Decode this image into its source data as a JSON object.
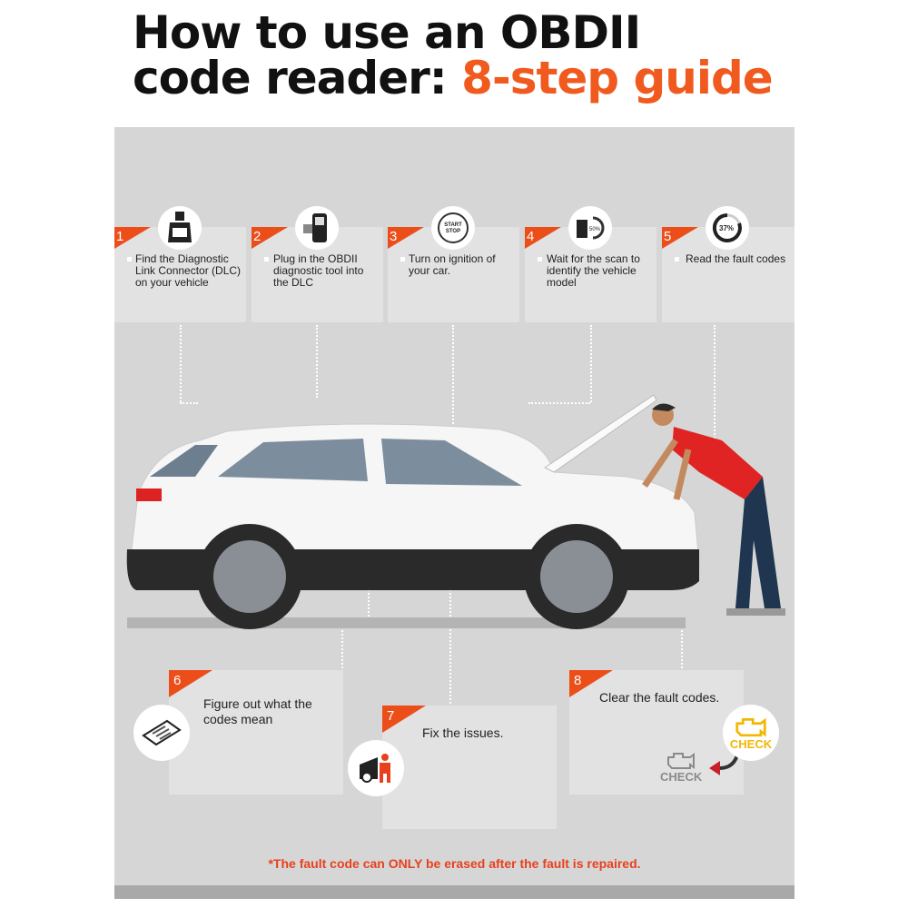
{
  "title": {
    "line1": "How to use an OBDII",
    "line2_prefix": "code reader: ",
    "line2_accent": "8-step guide"
  },
  "steps": [
    {
      "num": "1",
      "text": "Find the Diagnostic Link Connector (DLC) on your vehicle",
      "icon": "obd-connector-icon"
    },
    {
      "num": "2",
      "text": "Plug in the OBDII diagnostic tool into the DLC",
      "icon": "scanner-tool-icon"
    },
    {
      "num": "3",
      "text": "Turn on ignition of your car.",
      "icon": "start-stop-button-icon",
      "icon_text": [
        "START",
        "STOP"
      ]
    },
    {
      "num": "4",
      "text": "Wait for the scan to identify the vehicle model",
      "icon": "car-scan-icon",
      "icon_text": "50%"
    },
    {
      "num": "5",
      "text": "Read the fault codes",
      "icon": "progress-icon",
      "icon_text": "37%"
    },
    {
      "num": "6",
      "text": "Figure out what the codes mean",
      "icon": "clipboard-icon"
    },
    {
      "num": "7",
      "text": "Fix the issues.",
      "icon": "mechanic-icon"
    },
    {
      "num": "8",
      "text": "Clear the fault codes.",
      "icon": "check-engine-icon",
      "icon_text": "CHECK"
    }
  ],
  "footnote": "*The fault code can ONLY be erased after the fault is repaired.",
  "colors": {
    "accent": "#f05a1e",
    "panel": "#d6d6d6",
    "card": "#e2e2e2",
    "check_yellow": "#f2b705"
  }
}
